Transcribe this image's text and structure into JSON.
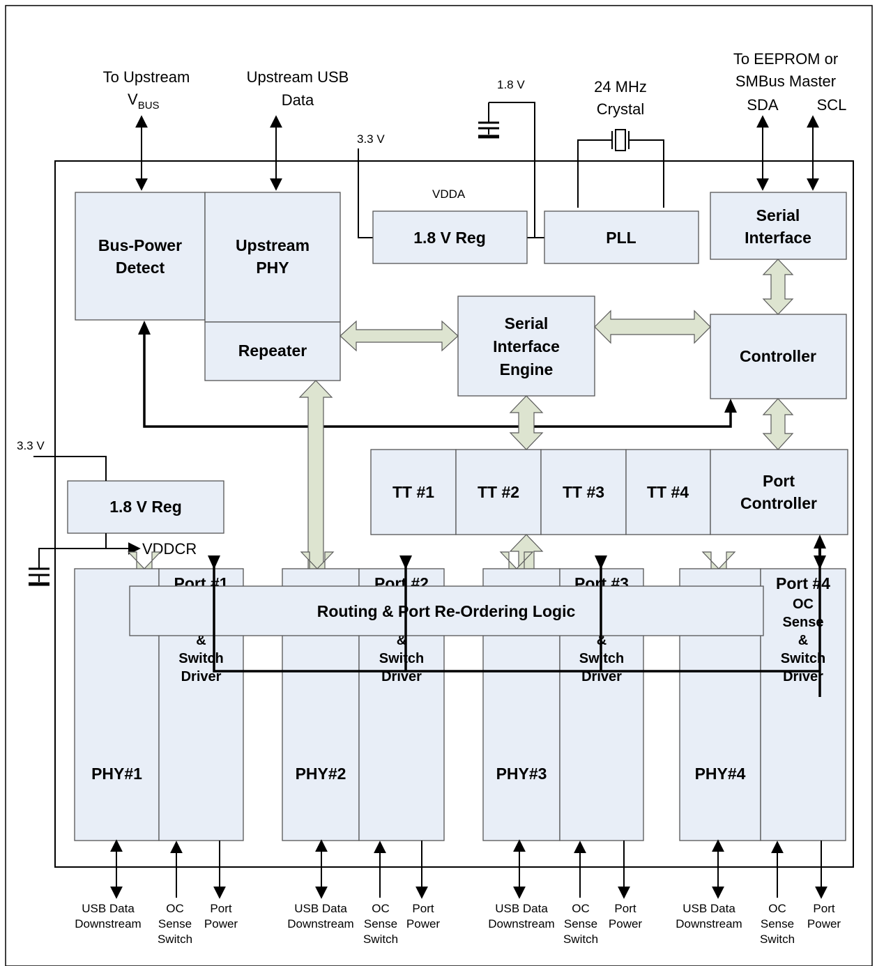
{
  "blocks": {
    "bus_power_detect": [
      "Bus-Power",
      "Detect"
    ],
    "upstream_phy": [
      "Upstream",
      "PHY"
    ],
    "repeater": "Repeater",
    "reg_top": "1.8 V Reg",
    "pll": "PLL",
    "serial_interface": [
      "Serial",
      "Interface"
    ],
    "sie": [
      "Serial",
      "Interface",
      "Engine"
    ],
    "controller": "Controller",
    "tts": [
      "TT #1",
      "TT #2",
      "TT #3",
      "TT #4"
    ],
    "port_controller": [
      "Port",
      "Controller"
    ],
    "reg_left": "1.8 V Reg",
    "routing": "Routing & Port Re-Ordering Logic",
    "phys": [
      "PHY#1",
      "PHY#2",
      "PHY#3",
      "PHY#4"
    ],
    "port_names": [
      "Port #1",
      "Port #2",
      "Port #3",
      "Port #4"
    ],
    "port_desc": [
      "OC",
      "Sense",
      "&",
      "Switch",
      "Driver"
    ]
  },
  "labels": {
    "to_upstream": "To Upstream",
    "vbus_v": "V",
    "vbus_sub": "BUS",
    "upstream_usb": [
      "Upstream USB",
      "Data"
    ],
    "v33_top": "3.3 V",
    "v18_top": "1.8 V",
    "vdda": "VDDA",
    "crystal": [
      "24 MHz",
      "Crystal"
    ],
    "eeprom": [
      "To EEPROM or",
      "SMBus Master"
    ],
    "sda": "SDA",
    "scl": "SCL",
    "v33_left": "3.3 V",
    "vddcr": "VDDCR",
    "usb_data_down": [
      "USB Data",
      "Downstream"
    ],
    "oc_sense": [
      "OC",
      "Sense",
      "Switch"
    ],
    "port_power": [
      "Port",
      "Power"
    ]
  },
  "colors": {
    "block_fill": "#e8eef7",
    "block_stroke": "#555555",
    "bus_arrow_fill": "#dde4d0"
  }
}
